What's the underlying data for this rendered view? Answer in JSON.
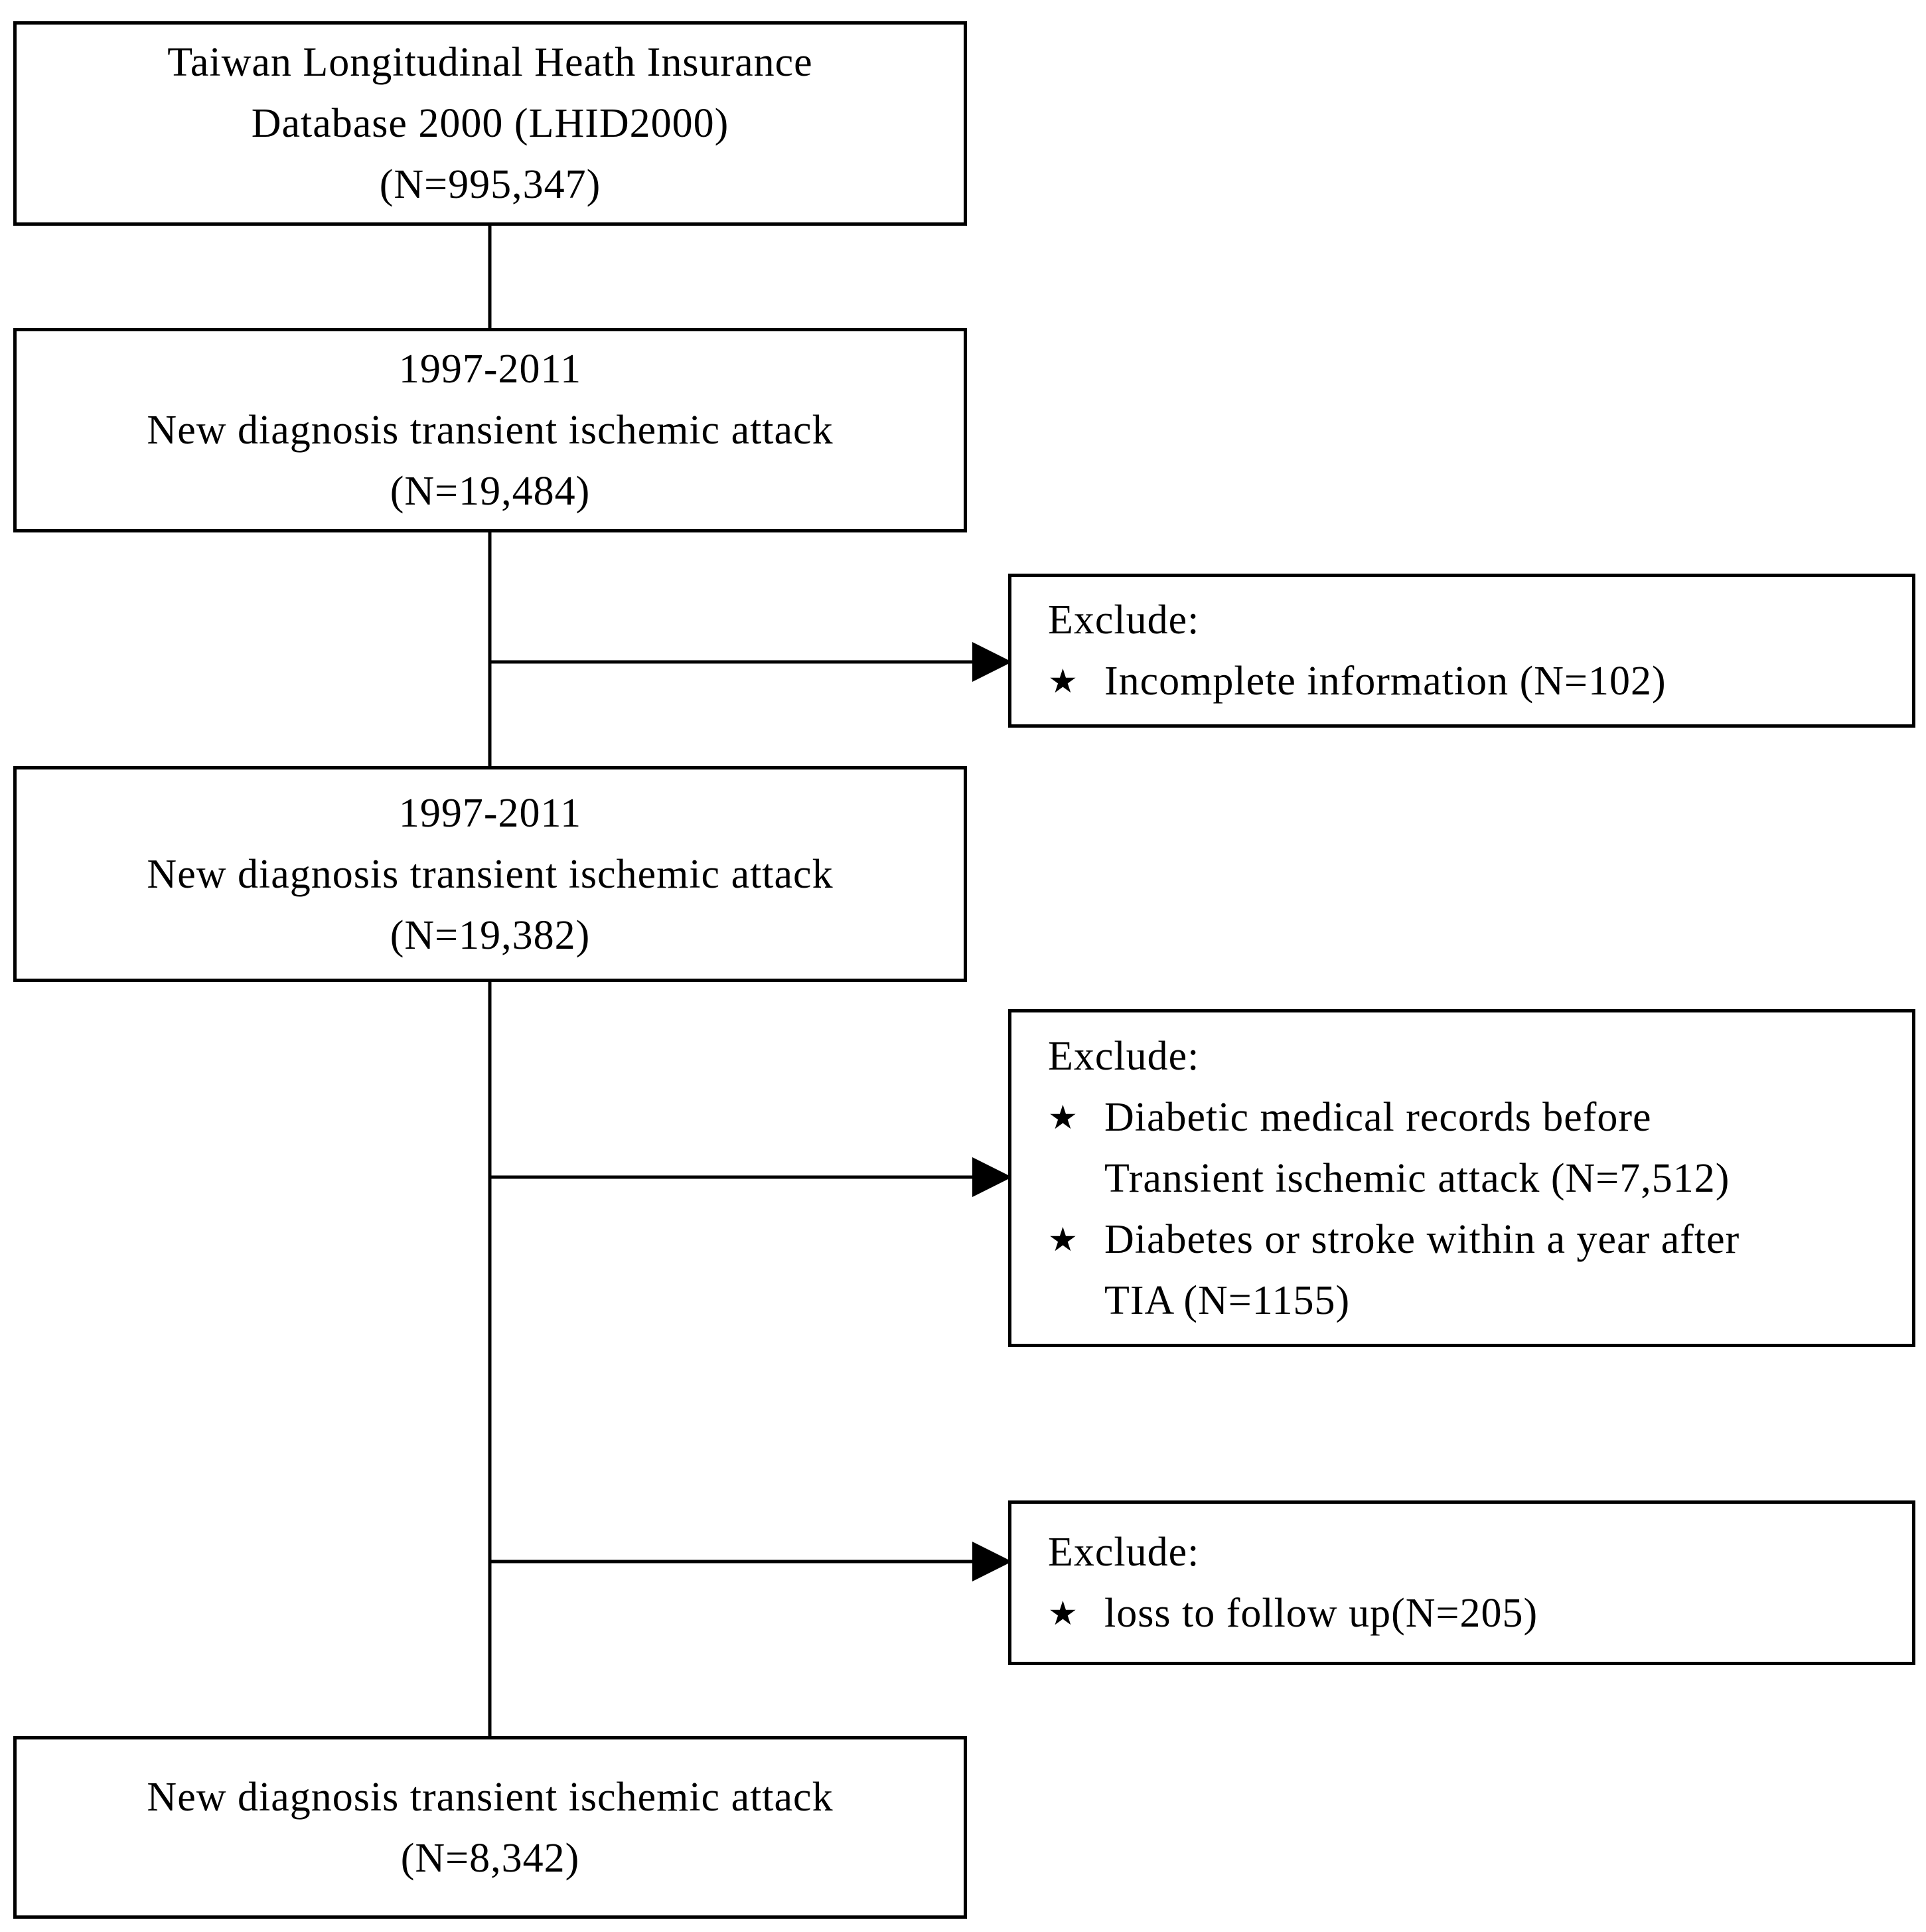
{
  "boxes": {
    "box1": {
      "line1": "Taiwan Longitudinal Heath Insurance",
      "line2": "Database 2000 (LHID2000)",
      "line3": "(N=995,347)"
    },
    "box2": {
      "line1": "1997-2011",
      "line2": "New diagnosis transient ischemic attack",
      "line3": "(N=19,484)"
    },
    "box3": {
      "line1": "1997-2011",
      "line2": "New diagnosis transient ischemic attack",
      "line3": "(N=19,382)"
    },
    "box4": {
      "line1": "New diagnosis transient ischemic attack",
      "line2": "(N=8,342)"
    }
  },
  "exclusions": {
    "ex1": {
      "title": "Exclude:",
      "item1": "Incomplete information (N=102)"
    },
    "ex2": {
      "title": "Exclude:",
      "item1_a": "Diabetic medical records before",
      "item1_b": "Transient ischemic attack (N=7,512)",
      "item2_a": "Diabetes or stroke within a year after",
      "item2_b": "TIA (N=1155)"
    },
    "ex3": {
      "title": "Exclude:",
      "item1": "loss to follow up(N=205)"
    }
  },
  "bullet_glyph": "★",
  "colors": {
    "line": "#000000",
    "background": "#ffffff"
  }
}
